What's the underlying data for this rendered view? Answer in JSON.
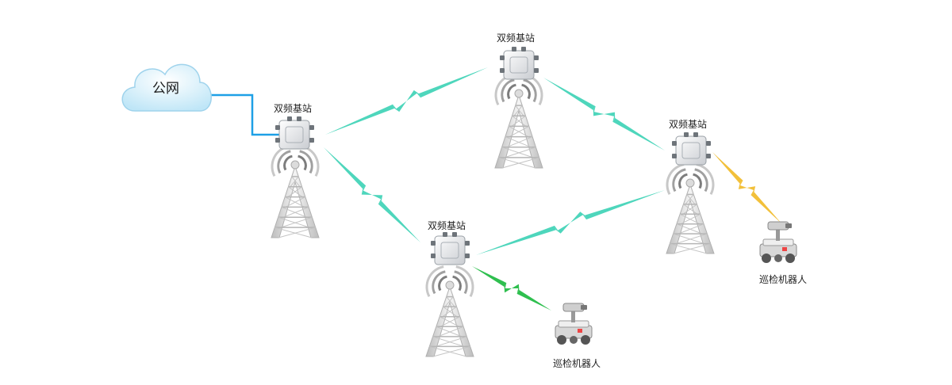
{
  "cloud": {
    "label": "公网"
  },
  "stations": [
    {
      "label": "双频基站"
    },
    {
      "label": "双频基站"
    },
    {
      "label": "双频基站"
    },
    {
      "label": "双频基站"
    }
  ],
  "robots": [
    {
      "label": "巡检机器人"
    },
    {
      "label": "巡检机器人"
    }
  ],
  "colors": {
    "wired_link": "#1ea0e6",
    "wireless_backhaul": "#4ed6bc",
    "wireless_robot_green": "#2fbf4f",
    "wireless_robot_yellow": "#f2c03a",
    "cloud_fill": "#d9f0fb",
    "tower": "#cfcfcf"
  }
}
